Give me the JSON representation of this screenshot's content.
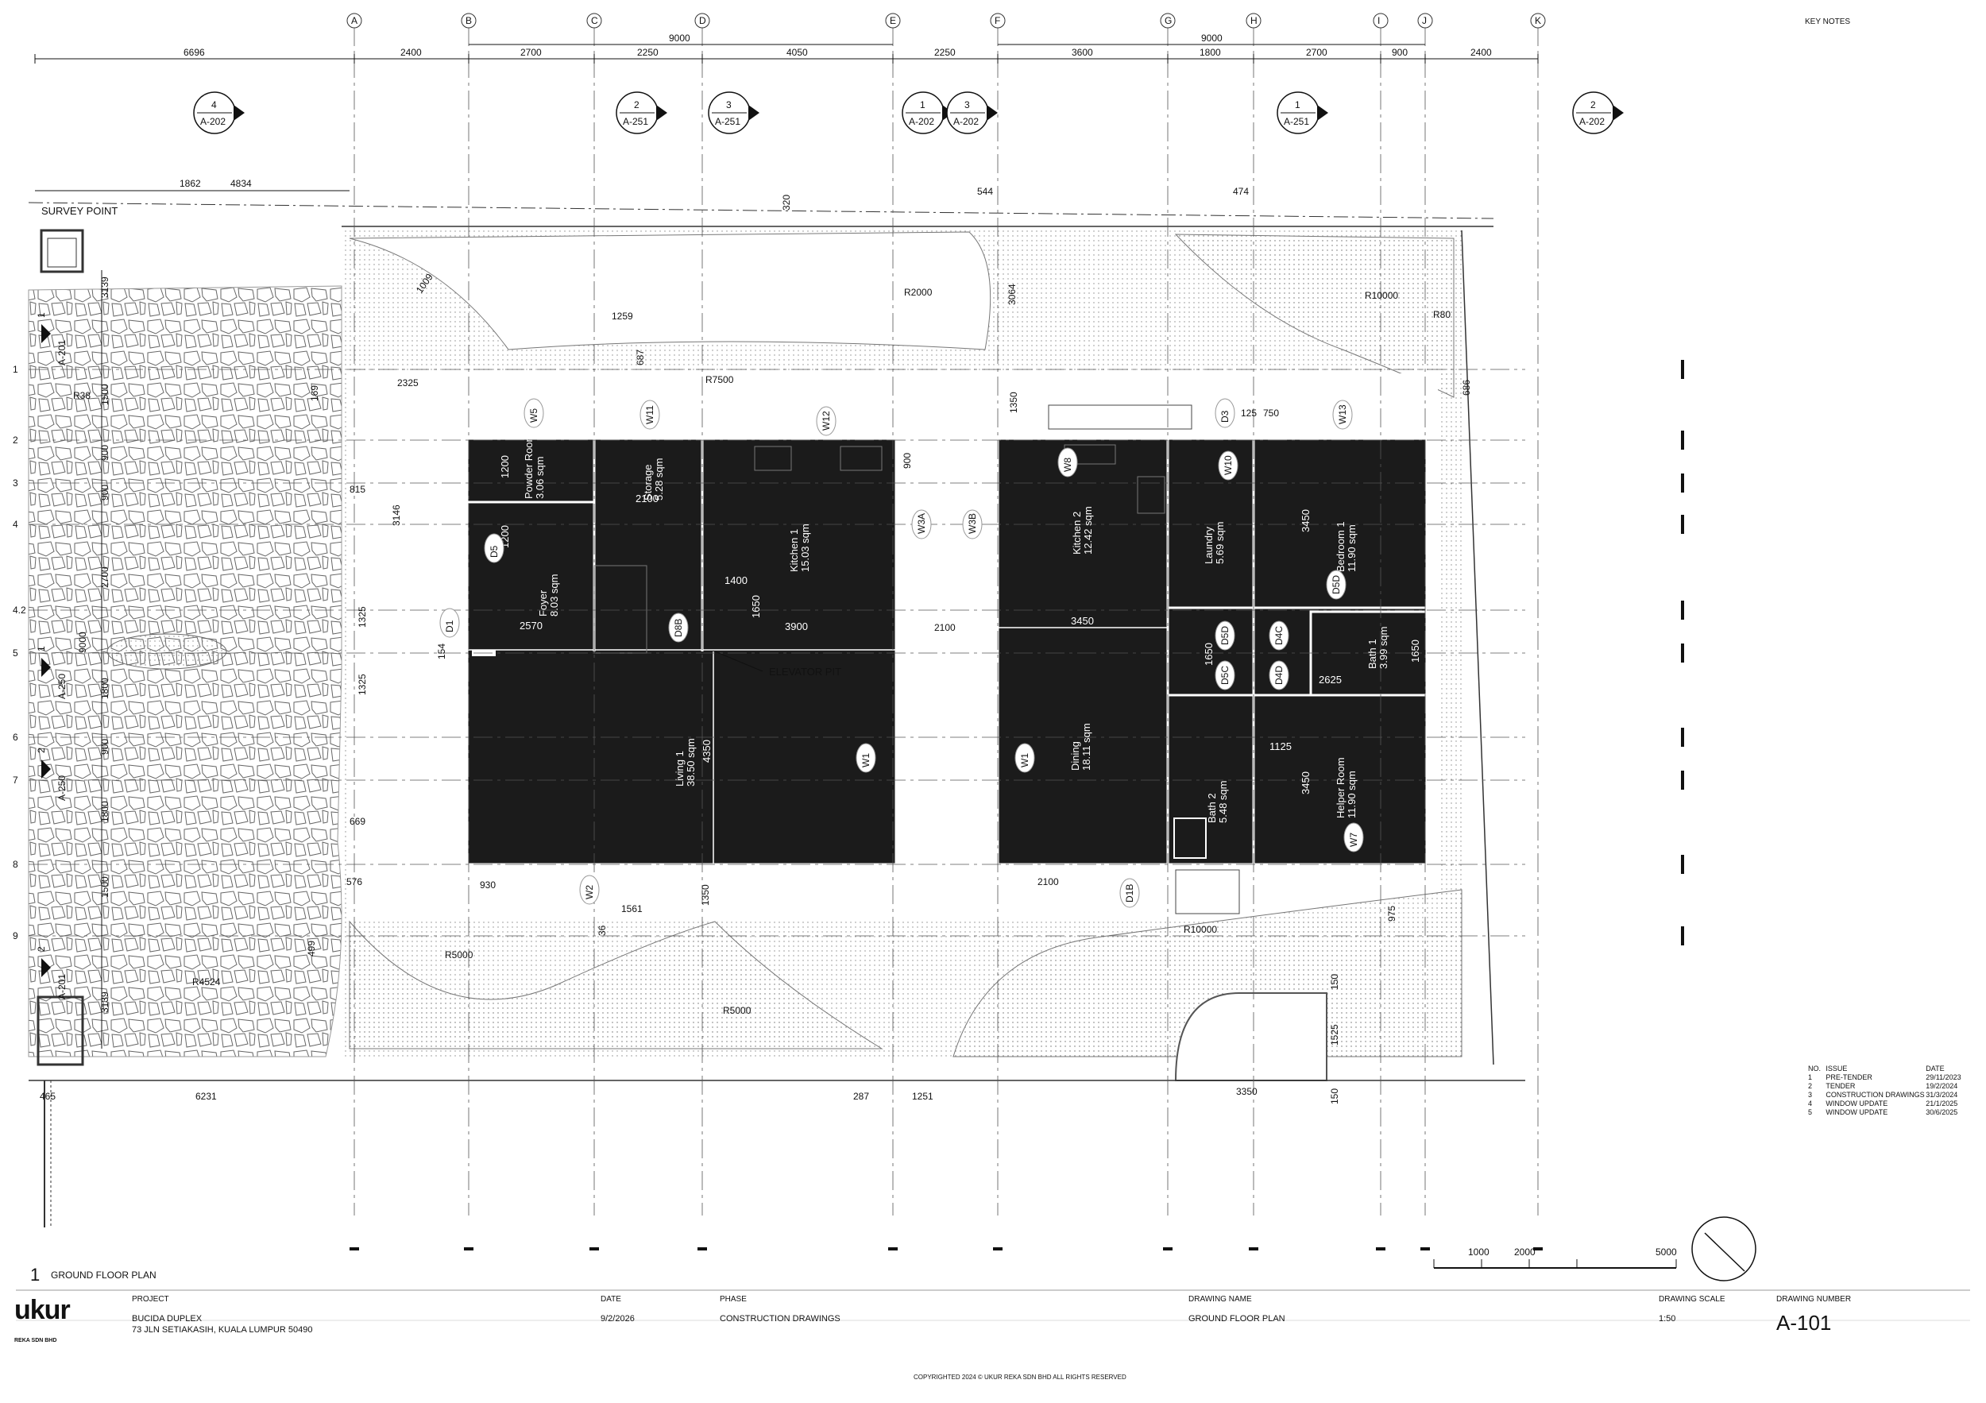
{
  "sheet": {
    "key_notes_title": "KEY NOTES",
    "drawing_title": "GROUND FLOOR PLAN",
    "drawing_index": "1",
    "survey_point": "SURVEY POINT",
    "elevator_pit": "ELEVATOR PIT",
    "copyright": "COPYRIGHTED 2024 © UKUR REKA SDN BHD ALL RIGHTS RESERVED"
  },
  "grid": {
    "columns": [
      "A",
      "B",
      "C",
      "D",
      "E",
      "F",
      "G",
      "H",
      "I",
      "J",
      "K"
    ],
    "rows": [
      "1",
      "2",
      "3",
      "4",
      "4.2",
      "5",
      "6",
      "7",
      "8",
      "9"
    ]
  },
  "dimensions": {
    "top_row": [
      "6696",
      "2400",
      "2700",
      "2250",
      "4050",
      "2250",
      "3600",
      "1800",
      "2700",
      "900",
      "2400"
    ],
    "top_totals": [
      "9000",
      "9000"
    ],
    "survey": [
      "1862",
      "4834",
      "320",
      "544",
      "474"
    ],
    "left_col": [
      "3139",
      "1500",
      "900",
      "900",
      "2700",
      "9000",
      "1800",
      "900",
      "1800",
      "1500",
      "3139"
    ],
    "misc": [
      "2325",
      "169",
      "815",
      "3146",
      "1325",
      "1325",
      "154",
      "669",
      "576",
      "499",
      "930",
      "1561",
      "36",
      "1350",
      "1350",
      "687",
      "1259",
      "1009",
      "3064",
      "686",
      "125",
      "750",
      "900",
      "1200",
      "1200",
      "2100",
      "1400",
      "1650",
      "3900",
      "2100",
      "3450",
      "1650",
      "2625",
      "1650",
      "1125",
      "3450",
      "3450",
      "2570",
      "4350",
      "2100",
      "975",
      "150",
      "1525",
      "150",
      "3350",
      "465",
      "6231",
      "287",
      "1251"
    ],
    "radii": [
      "R2000",
      "R10000",
      "R80",
      "R7500",
      "R38",
      "R5000",
      "R4524",
      "R5000",
      "R10000"
    ]
  },
  "section_markers": [
    {
      "num": "4",
      "sheet": "A-202"
    },
    {
      "num": "2",
      "sheet": "A-251"
    },
    {
      "num": "3",
      "sheet": "A-251"
    },
    {
      "num": "1",
      "sheet": "A-202"
    },
    {
      "num": "3",
      "sheet": "A-202"
    },
    {
      "num": "1",
      "sheet": "A-251"
    },
    {
      "num": "2",
      "sheet": "A-202"
    }
  ],
  "side_markers": [
    {
      "num": "1",
      "sheet": "A-201"
    },
    {
      "num": "1",
      "sheet": "A-250"
    },
    {
      "num": "2",
      "sheet": "A-250"
    },
    {
      "num": "2",
      "sheet": "A-201"
    }
  ],
  "rooms": [
    {
      "name": "Powder Room",
      "area": "3.06 sqm"
    },
    {
      "name": "Storage",
      "area": "5.28 sqm"
    },
    {
      "name": "Kitchen 1",
      "area": "15.03 sqm"
    },
    {
      "name": "Foyer",
      "area": "8.03 sqm"
    },
    {
      "name": "Living 1",
      "area": "38.50 sqm"
    },
    {
      "name": "Kitchen 2",
      "area": "12.42 sqm"
    },
    {
      "name": "Laundry",
      "area": "5.69 sqm"
    },
    {
      "name": "Bedroom 1",
      "area": "11.90 sqm"
    },
    {
      "name": "Bath 1",
      "area": "3.99 sqm"
    },
    {
      "name": "Dining",
      "area": "18.11 sqm"
    },
    {
      "name": "Bath 2",
      "area": "5.48 sqm"
    },
    {
      "name": "Helper Room",
      "area": "11.90 sqm"
    }
  ],
  "tags": [
    "W5",
    "W11",
    "W12",
    "D3",
    "W13",
    "W8",
    "W10",
    "W3A",
    "W3B",
    "D1",
    "D5",
    "D8B",
    "D5D",
    "D5D",
    "D4C",
    "D5C",
    "D4D",
    "W1",
    "W1",
    "W7",
    "W2",
    "D1B"
  ],
  "scale_bar": [
    "1000",
    "2000",
    "5000"
  ],
  "title_block": {
    "logo": "ukur",
    "logo_sub": "REKA SDN BHD",
    "project_label": "PROJECT",
    "project_name": "BUCIDA DUPLEX",
    "project_address": "73 JLN SETIAKASIH, KUALA LUMPUR 50490",
    "date_label": "DATE",
    "date": "9/2/2026",
    "phase_label": "PHASE",
    "phase": "CONSTRUCTION DRAWINGS",
    "drawing_name_label": "DRAWING NAME",
    "drawing_name": "GROUND FLOOR PLAN",
    "scale_label": "DRAWING SCALE",
    "scale": "1:50",
    "number_label": "DRAWING NUMBER",
    "number": "A-101"
  },
  "revisions": {
    "headers": [
      "NO.",
      "ISSUE",
      "DATE"
    ],
    "rows": [
      [
        "1",
        "PRE-TENDER",
        "29/11/2023"
      ],
      [
        "2",
        "TENDER",
        "19/2/2024"
      ],
      [
        "3",
        "CONSTRUCTION DRAWINGS",
        "31/3/2024"
      ],
      [
        "4",
        "WINDOW UPDATE",
        "21/1/2025"
      ],
      [
        "5",
        "WINDOW UPDATE",
        "30/6/2025"
      ]
    ]
  }
}
